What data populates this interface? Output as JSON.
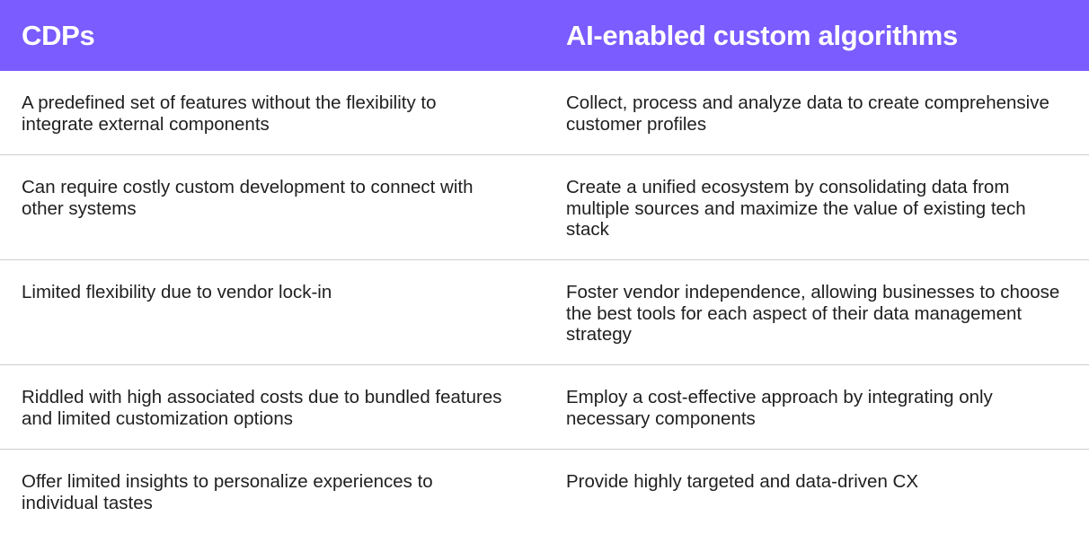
{
  "header": {
    "left": "CDPs",
    "right": "AI-enabled custom algorithms"
  },
  "rows": [
    {
      "left": "A predefined set of features without the flexibility to integrate external components",
      "right": "Collect, process and analyze data to create comprehensive customer profiles"
    },
    {
      "left": "Can require costly custom development to connect with other systems",
      "right": "Create a unified ecosystem by consolidating data from multiple sources and maximize the value of existing tech stack"
    },
    {
      "left": "Limited flexibility due to vendor lock-in",
      "right": "Foster vendor independence, allowing businesses to choose the best tools for each aspect of their data management strategy"
    },
    {
      "left": "Riddled with high associated costs due to bundled features and limited customization options",
      "right": "Employ a cost-effective approach by integrating only necessary components"
    },
    {
      "left": "Offer limited insights to personalize experiences to individual tastes",
      "right": "Provide highly targeted and data-driven CX"
    }
  ],
  "colors": {
    "header_bg": "#7a5cff",
    "header_text": "#ffffff",
    "body_text": "#1f1f1f",
    "divider": "#cfcfcf"
  }
}
